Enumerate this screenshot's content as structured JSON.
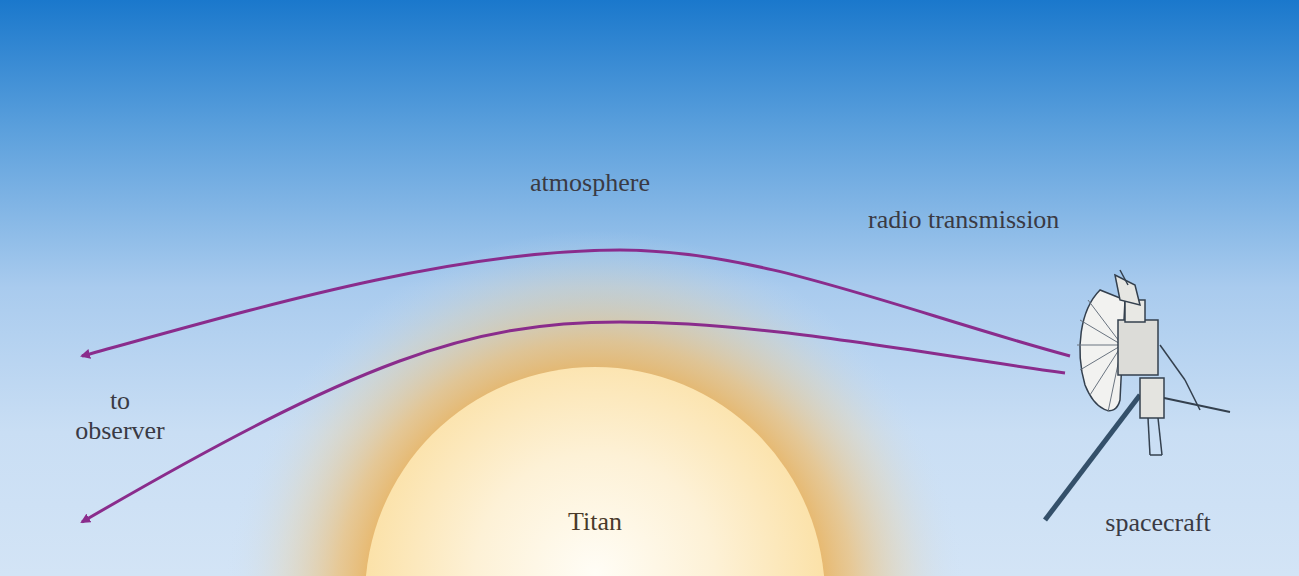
{
  "diagram": {
    "nodes": [
      {
        "text": [
          "Titan"
        ]
      }
    ],
    "labels": [
      "atmosphere",
      "radio transmission",
      "to observer",
      "spacecraft"
    ]
  }
}
